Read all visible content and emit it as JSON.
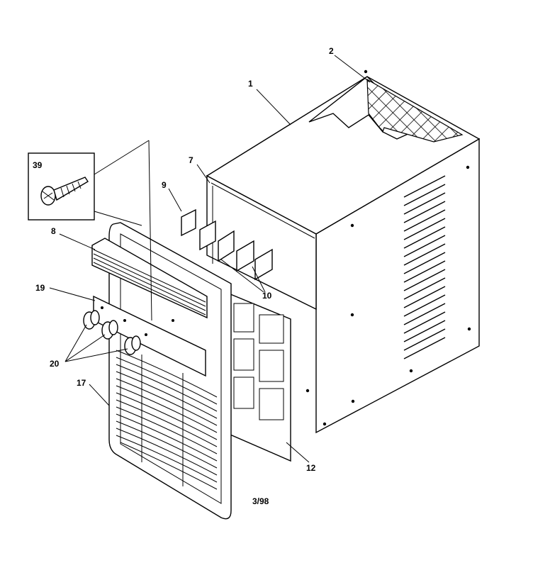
{
  "diagram": {
    "callouts": {
      "c1": "1",
      "c2": "2",
      "c7": "7",
      "c8": "8",
      "c9": "9",
      "c10": "10",
      "c12": "12",
      "c17": "17",
      "c19": "19",
      "c20": "20",
      "c39": "39"
    },
    "footer": "3/98"
  }
}
